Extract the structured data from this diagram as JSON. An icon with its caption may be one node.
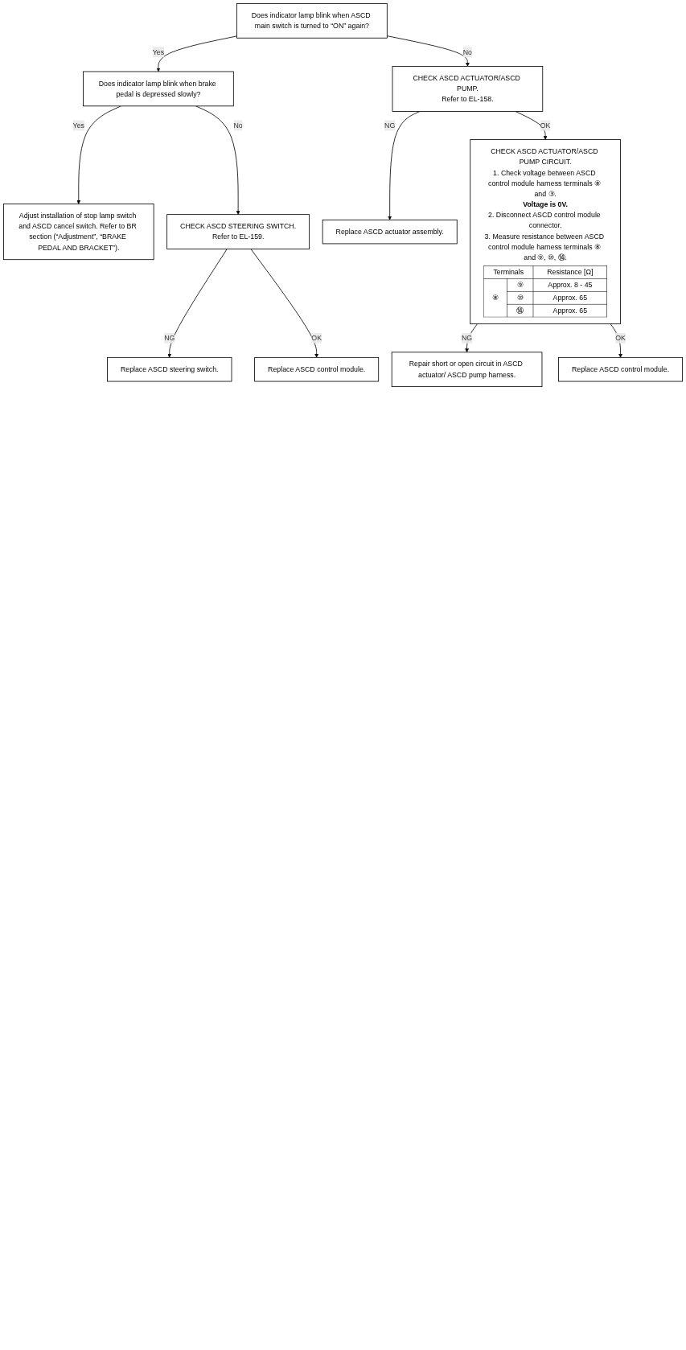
{
  "diagram": {
    "nodes": [
      {
        "text": [
          "Does indicator lamp blink when ASCD main switch is turned to “ON” again?"
        ]
      },
      {
        "text": [
          "Does indicator lamp blink when brake pedal is depressed slowly?"
        ]
      },
      {
        "text": [
          "Adjust installation of stop lamp switch and ASCD cancel switch. Refer to BR section (“Adjustment”, “BRAKE PEDAL AND BRACKET”)."
        ]
      },
      {
        "text": [
          "CHECK ASCD STEERING SWITCH.",
          "Refer to EL-159."
        ]
      },
      {
        "text": [
          "Replace ASCD steering switch."
        ]
      },
      {
        "text": [
          "Replace ASCD control module."
        ]
      },
      {
        "text": [
          "CHECK ASCD ACTUATOR/ASCD PUMP.",
          "Refer to EL-158."
        ]
      },
      {
        "text": [
          "Replace ASCD actuator assembly."
        ]
      },
      {
        "text": [
          "CHECK ASCD ACTUATOR/ASCD PUMP CIRCUIT.",
          "1. Check voltage between ASCD control module harness terminals ⑧ and ③.",
          "Voltage is 0V.",
          "2. Disconnect ASCD control module connector.",
          "3. Measure resistance between ASCD control module harness terminals ⑧ and ⑨, ⑩, ⑭.",
          "Terminals",
          "Resistance [Ω]",
          "⑧",
          "⑨",
          "Approx. 8 - 45",
          "⑩",
          "Approx. 65",
          "⑭",
          "Approx. 65"
        ]
      },
      {
        "text": [
          "Repair short or open circuit in ASCD actuator/ ASCD pump harness."
        ]
      },
      {
        "text": [
          "Replace ASCD control module."
        ]
      }
    ],
    "edges": [
      {
        "from": 0,
        "to": 1,
        "arrow": "to",
        "label": "Yes"
      },
      {
        "from": 0,
        "to": 6,
        "arrow": "to",
        "label": "No"
      },
      {
        "from": 1,
        "to": 3,
        "arrow": "to",
        "label": "No"
      },
      {
        "from": 1,
        "to": 2,
        "arrow": "to",
        "label": "Yes"
      },
      {
        "from": 3,
        "to": 4,
        "arrow": "to",
        "label": "NG"
      },
      {
        "from": 3,
        "to": 5,
        "arrow": "to",
        "label": "OK"
      },
      {
        "from": 6,
        "to": 7,
        "arrow": "to",
        "label": "NG"
      },
      {
        "from": 6,
        "to": 8,
        "arrow": "to",
        "label": "OK"
      },
      {
        "from": 8,
        "to": 9,
        "arrow": "to",
        "label": "NG"
      },
      {
        "from": 8,
        "to": 10,
        "arrow": "to",
        "label": "OK"
      }
    ]
  }
}
